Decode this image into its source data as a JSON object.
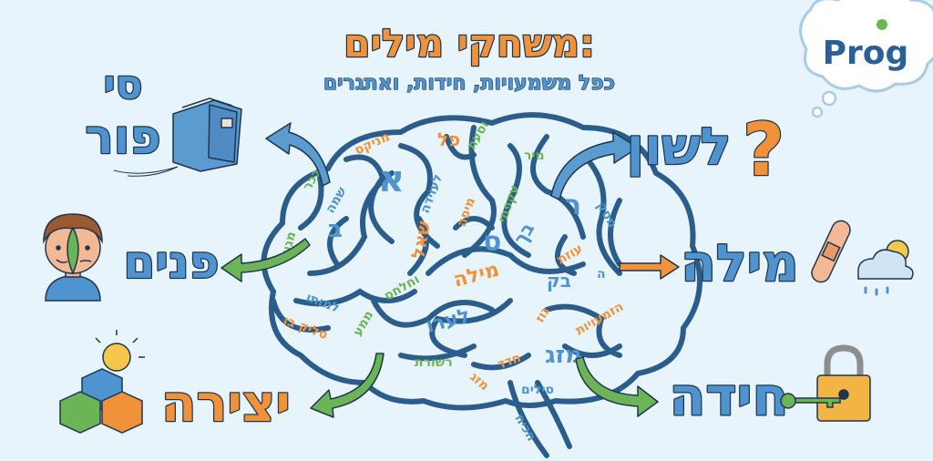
{
  "header": {
    "title": "משחקי מילים:",
    "subtitle": "כפל משמעויות, חידות, ואתגרים"
  },
  "logo": {
    "text": "Prog"
  },
  "colors": {
    "background": "#e7f4fc",
    "blue": "#4f93cf",
    "orange": "#f0923a",
    "green": "#6bb556",
    "outline": "#2b5d8c"
  },
  "concepts": {
    "sipur_top": "סי",
    "sipur_bottom": "פור",
    "panim": "פנים",
    "yetzira": "יצירה",
    "lashon": "לשון",
    "mila": "מילה",
    "hida": "חידה"
  },
  "icons": [
    "book-icon",
    "two-faces-icon",
    "cubes-sun-icon",
    "question-mark-icon",
    "bandage-icon",
    "weather-cloud-icon",
    "padlock-key-icon",
    "thought-cloud-icon"
  ],
  "brain_words": [
    "מניקס",
    "פל",
    "וסעת",
    "מיר",
    "ככר",
    "שמה",
    "א",
    "לעוידה",
    "מיפה",
    "עקפתי",
    "ר",
    "מסק",
    "מגוי",
    "ב",
    "שאל",
    "ס",
    "בך",
    "עוזת",
    "מילה",
    "בק",
    "למותו",
    "סליק בו",
    "וחלחס",
    "ממע",
    "לערו",
    "הזמעויות",
    "רשורת",
    "חדד",
    "מזג",
    "מזג",
    "סילים",
    "חכיח",
    "ה",
    "גוז"
  ]
}
